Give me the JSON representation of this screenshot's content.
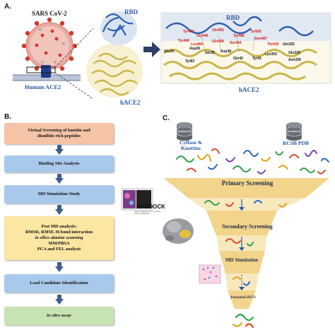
{
  "panel_a": {
    "letter": "A.",
    "virus_label": "SARS CoV-2",
    "receptor_label": "Human ACE2",
    "rbd_label": "RBD",
    "hace2_label": "hACE2",
    "zoom_rbd_label": "RBD",
    "zoom_hace2_label": "hACE2",
    "residues_red": [
      "Tyr453",
      "Gln493",
      "Tyr505",
      "Tyr449",
      "Gly446",
      "Tyr489",
      "Asn487",
      "Gln498",
      "Leu455",
      "Ser494",
      "Thr500"
    ],
    "residues_black": [
      "Glu24",
      "Asp30",
      "Glu35",
      "Asp38",
      "Tyr83",
      "Gln42",
      "Tyr41",
      "Gln325",
      "Glu329",
      "Asn330",
      "Lys353"
    ]
  },
  "panel_b": {
    "letter": "B.",
    "steps": [
      {
        "lines": [
          "Virtual Screening of knottin and",
          "disulfide-rich peptides"
        ],
        "color": "#f5c3a6"
      },
      {
        "lines": [
          "Binding Site Analysis"
        ],
        "color": "#a9c9ec"
      },
      {
        "lines": [
          "MD Simulation Study"
        ],
        "color": "#a9c9ec"
      },
      {
        "lines": [
          "Post MD-analysis:",
          "RMSD, RMSF, H-bond interaction",
          "in silico alanine scanning",
          "MM/PBSA",
          "PCA and FEL analysis"
        ],
        "color": "#fbe6a2"
      },
      {
        "lines": [
          "Lead Candidate Identification"
        ],
        "color": "#a9c9ec"
      },
      {
        "lines": [
          "in vitro assay"
        ],
        "color": "#c7e3b4"
      }
    ],
    "arrow_color": "#3f5f8a"
  },
  "panel_c": {
    "letter": "C.",
    "db_left": "CyBase & Knottins",
    "db_right": "RCSB PDB",
    "stages": [
      "Primary Screening",
      "Secondary Screening",
      "MD Simulation",
      "Potential HITS"
    ],
    "haddock_label": "HADDOCK",
    "haddock_sub": "High Ambiguity Driven protein-protein DOCKing",
    "funnel_color": "#f2d48a",
    "db_color": "#6b7078"
  }
}
